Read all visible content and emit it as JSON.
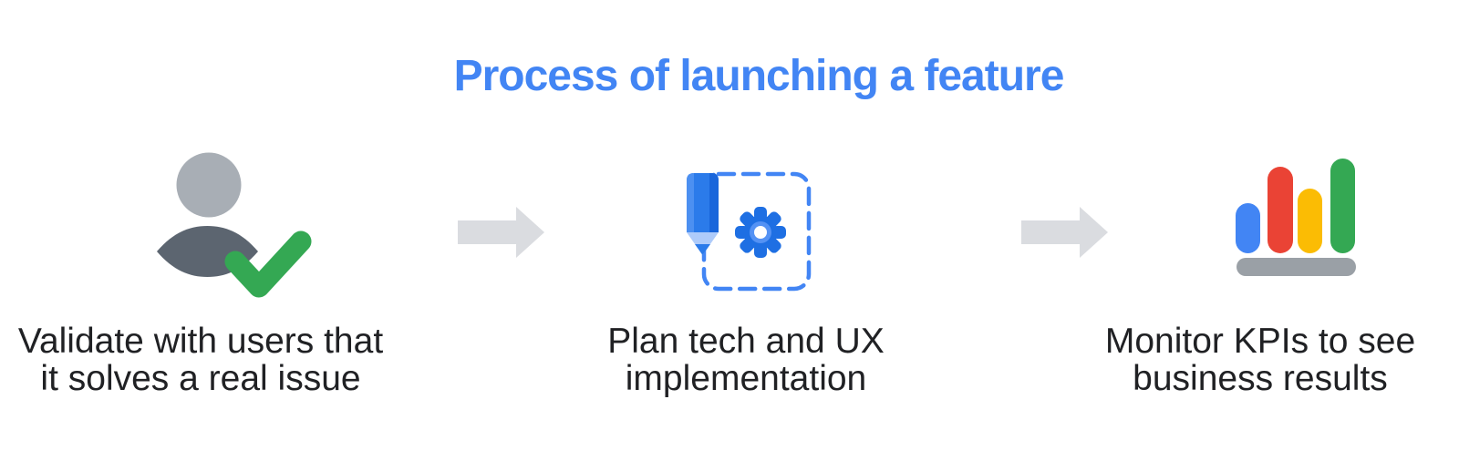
{
  "title": "Process of launching a feature",
  "steps": [
    {
      "name": "validate",
      "icon": "user-check-icon",
      "label": "Validate with users that\nit solves a real issue"
    },
    {
      "name": "plan",
      "icon": "pencil-gear-icon",
      "label": "Plan tech and UX\nimplementation"
    },
    {
      "name": "monitor",
      "icon": "bar-chart-icon",
      "label": "Monitor KPIs to see\nbusiness results"
    }
  ],
  "arrows": [
    {
      "name": "arrow-1",
      "icon": "right-arrow-icon",
      "direction": "right"
    },
    {
      "name": "arrow-2",
      "icon": "right-arrow-icon",
      "direction": "right"
    }
  ],
  "colors": {
    "title_blue": "#4285F4",
    "text_dark": "#202124",
    "arrow_gray": "#DADCE0",
    "person_head_gray": "#A8AEB5",
    "person_body_gray": "#5C6570",
    "check_green": "#34A853",
    "pencil_blue": "#2B7BEA",
    "pencil_edge_blue": "#1A66DB",
    "pencil_tip_light_blue": "#AECBFA",
    "gear_blue": "#1E6FE3",
    "gear_ring_blue": "#5492F4",
    "dashed_border_blue": "#4285F4",
    "bar_blue": "#4285F4",
    "bar_red": "#EA4335",
    "bar_yellow": "#FBBC04",
    "bar_green": "#34A853",
    "bar_base_gray": "#9AA0A6",
    "background": "#FFFFFF"
  }
}
